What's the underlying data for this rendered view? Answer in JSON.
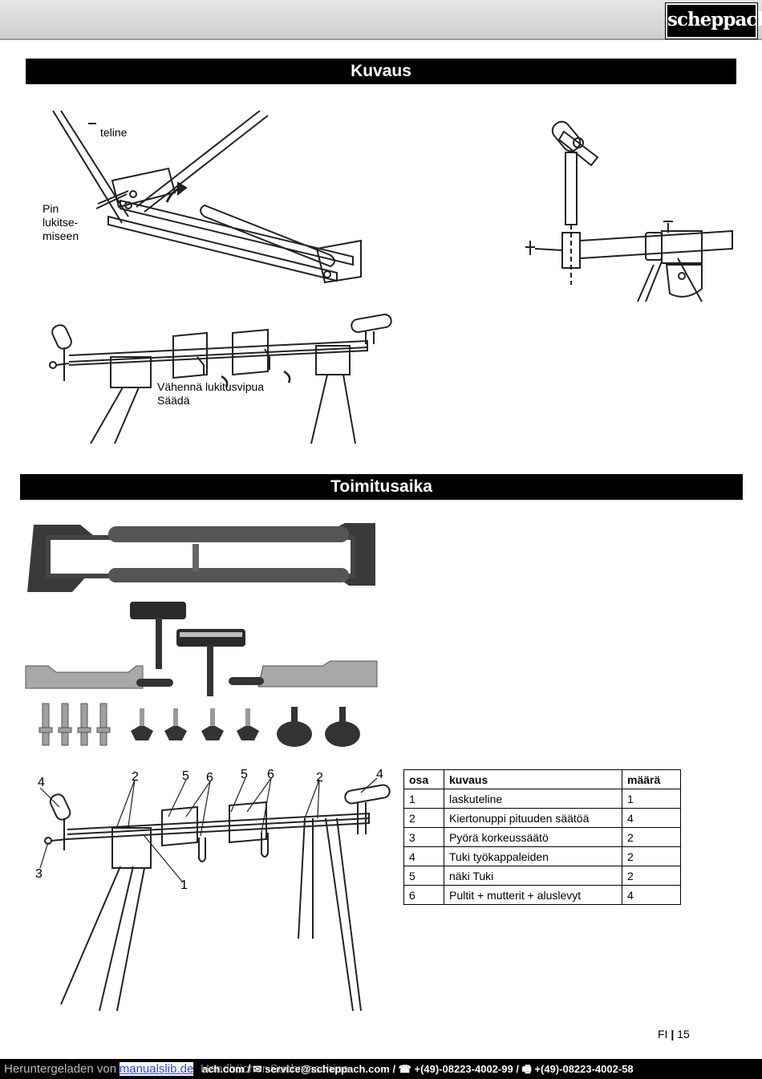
{
  "header": {
    "logo_text": "scheppach"
  },
  "sections": {
    "description_title": "Kuvaus",
    "delivery_title": "Toimitusaika"
  },
  "figure1_labels": {
    "stand": "teline",
    "pin_line1": "Pin",
    "pin_line2": "lukitse-",
    "pin_line3": "miseen",
    "lever_line1": "Vähennä lukitusvipua",
    "lever_line2": "Säädä"
  },
  "parts_callouts": [
    "4",
    "2",
    "5",
    "6",
    "5",
    "6",
    "2",
    "4",
    "3",
    "1"
  ],
  "parts_table": {
    "headers": [
      "osa",
      "kuvaus",
      "määrä"
    ],
    "rows": [
      [
        "1",
        "laskuteline",
        "1"
      ],
      [
        "2",
        "Kiertonuppi pituuden säätöä",
        "4"
      ],
      [
        "3",
        "Pyörä korkeussäätö",
        "2"
      ],
      [
        "4",
        "Tuki työkappaleiden",
        "2"
      ],
      [
        "5",
        "näki Tuki",
        "2"
      ],
      [
        "6",
        "Pultit + mutterit + aluslevyt",
        "4"
      ]
    ]
  },
  "page": {
    "lang": "FI",
    "number": "15"
  },
  "footer": {
    "downloaded_text": "Heruntergeladen von",
    "link_text": "manualslib.de",
    "overlap_text": "Handbücher-Suchmaschine",
    "contact_text": "ach.com / ✉ service@scheppach.com / ☎ +(49)-08223-4002-99 / 🖷 +(49)-08223-4002-58"
  },
  "colors": {
    "bar": "#000000",
    "bar_text": "#ffffff",
    "link": "#2244ff",
    "photo_dark": "#3a3a3a",
    "photo_metal": "#a8a8a8"
  }
}
